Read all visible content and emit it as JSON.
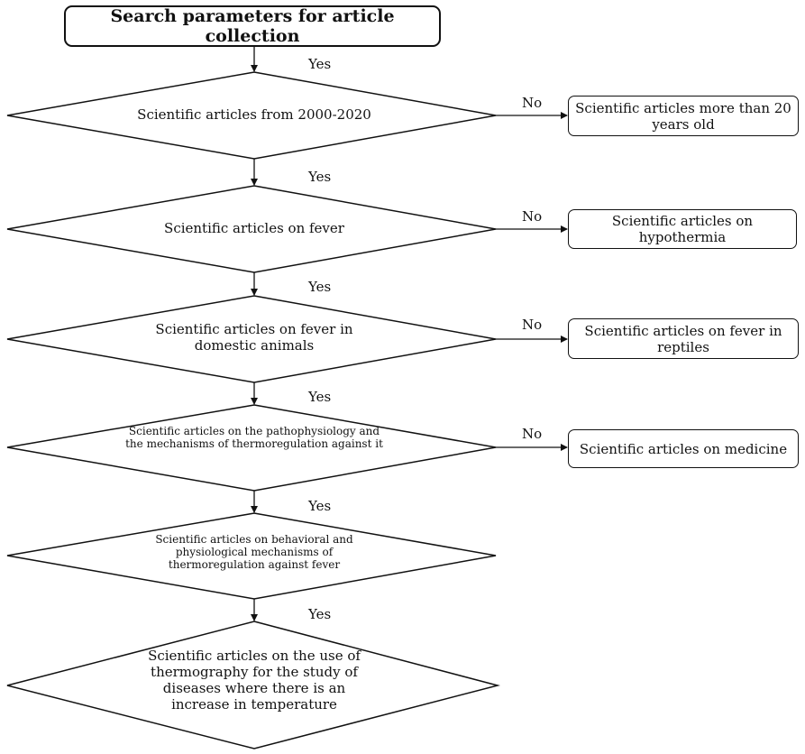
{
  "start": {
    "label": "Search parameters for article collection"
  },
  "decisions": [
    {
      "text": "Scientific articles from 2000-2020"
    },
    {
      "text": "Scientific articles on fever"
    },
    {
      "text": "Scientific articles on fever in domestic animals"
    },
    {
      "text": "Scientific articles on the pathophysiology and the mechanisms of thermoregulation against it"
    },
    {
      "text": "Scientific articles on behavioral and physiological mechanisms of thermoregulation against fever"
    },
    {
      "text": "Scientific articles on the use of thermography for the study of diseases where there is an increase in temperature"
    }
  ],
  "outcomes": [
    {
      "text": "Scientific articles more than 20 years old"
    },
    {
      "text": "Scientific articles on hypothermia"
    },
    {
      "text": "Scientific articles on fever in reptiles"
    },
    {
      "text": "Scientific articles on medicine"
    }
  ],
  "edge_labels": {
    "yes": "Yes",
    "no": "No"
  }
}
